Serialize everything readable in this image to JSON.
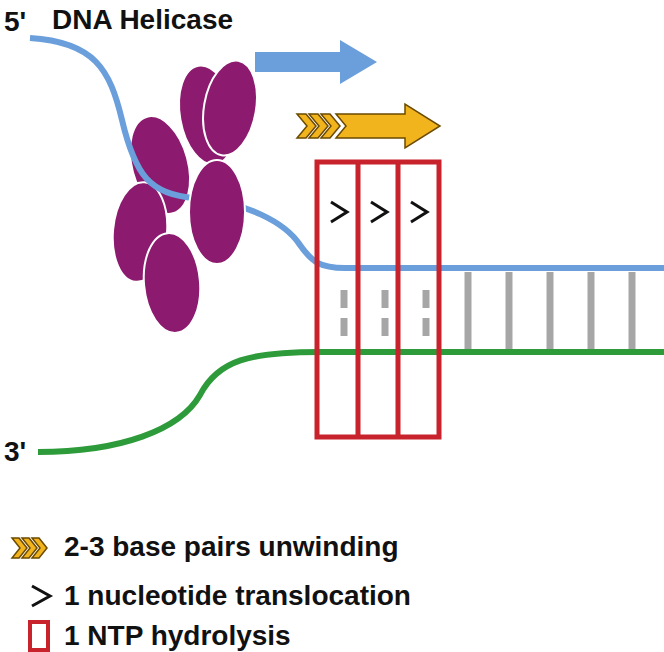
{
  "diagram": {
    "labels": [
      "DNA Helicase",
      "5'",
      "3'"
    ],
    "legend": [
      {
        "text": "2-3 base pairs unwinding"
      },
      {
        "text": "1 nucleotide translocation"
      },
      {
        "text": "1 NTP hydrolysis"
      }
    ]
  }
}
